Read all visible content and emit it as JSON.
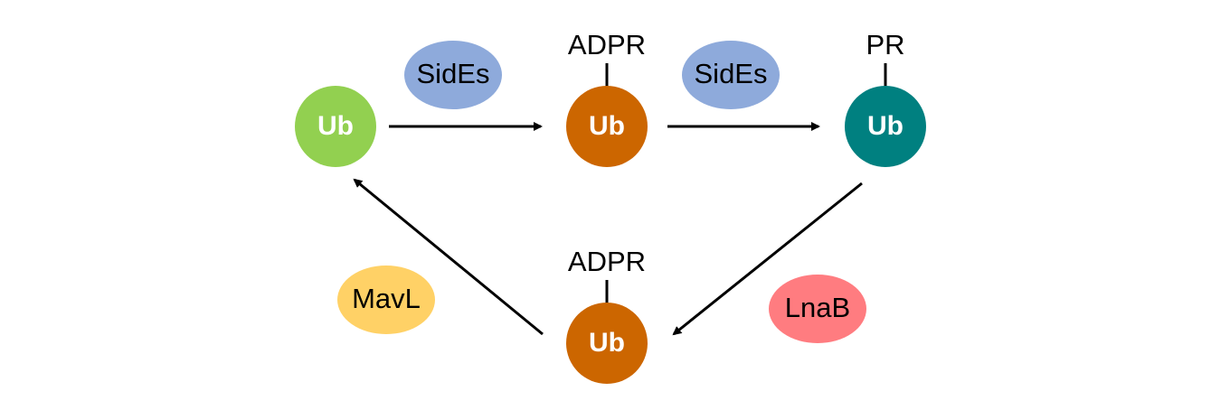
{
  "nodes": {
    "ub_free": {
      "label": "Ub",
      "color": "#92d050"
    },
    "ub_adpr": {
      "label": "Ub",
      "modification": "ADPR",
      "color": "#cc6600"
    },
    "ub_pr": {
      "label": "Ub",
      "modification": "PR",
      "color": "#008080"
    },
    "ub_adpr2": {
      "label": "Ub",
      "modification": "ADPR",
      "color": "#cc6600"
    }
  },
  "enzymes": {
    "sides_1": {
      "label": "SidEs",
      "color": "#8eaadb"
    },
    "sides_2": {
      "label": "SidEs",
      "color": "#8eaadb"
    },
    "lnab": {
      "label": "LnaB",
      "color": "#ff7c80"
    },
    "mavl": {
      "label": "MavL",
      "color": "#ffd166"
    }
  },
  "edges": [
    {
      "from": "ub_free",
      "to": "ub_adpr",
      "enzyme": "sides_1"
    },
    {
      "from": "ub_adpr",
      "to": "ub_pr",
      "enzyme": "sides_2"
    },
    {
      "from": "ub_pr",
      "to": "ub_adpr2",
      "enzyme": "lnab"
    },
    {
      "from": "ub_adpr2",
      "to": "ub_free",
      "enzyme": "mavl"
    }
  ]
}
